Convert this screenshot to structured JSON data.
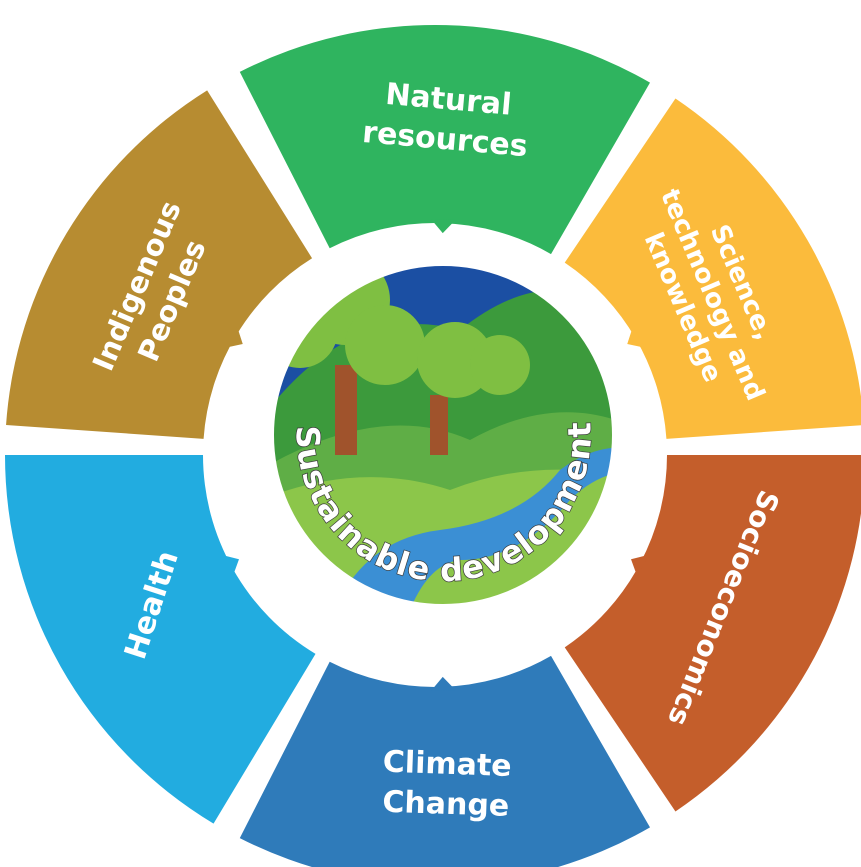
{
  "center": {
    "label": "Sustainable development"
  },
  "segments": [
    {
      "id": "natural-resources",
      "lines": [
        "Natural",
        "resources"
      ],
      "color": "#2fb45f"
    },
    {
      "id": "science-technology",
      "lines": [
        "Science,",
        "technology and",
        "knowledge"
      ],
      "color": "#fbbb3c"
    },
    {
      "id": "socioeconomics",
      "lines": [
        "Socioeconomics"
      ],
      "color": "#c45e2b"
    },
    {
      "id": "climate-change",
      "lines": [
        "Climate",
        "Change"
      ],
      "color": "#2f7bba"
    },
    {
      "id": "health",
      "lines": [
        "Health"
      ],
      "color": "#22ace0"
    },
    {
      "id": "indigenous-peoples",
      "lines": [
        "Indigenous",
        "Peoples"
      ],
      "color": "#b78c31"
    }
  ],
  "scene_colors": {
    "sky": "#1b4fa3",
    "hill": "#3c9a3c",
    "grass": "#8cc64a",
    "tree": "#7fbf42",
    "trunk": "#a0532c",
    "river": "#3b8fd4"
  }
}
